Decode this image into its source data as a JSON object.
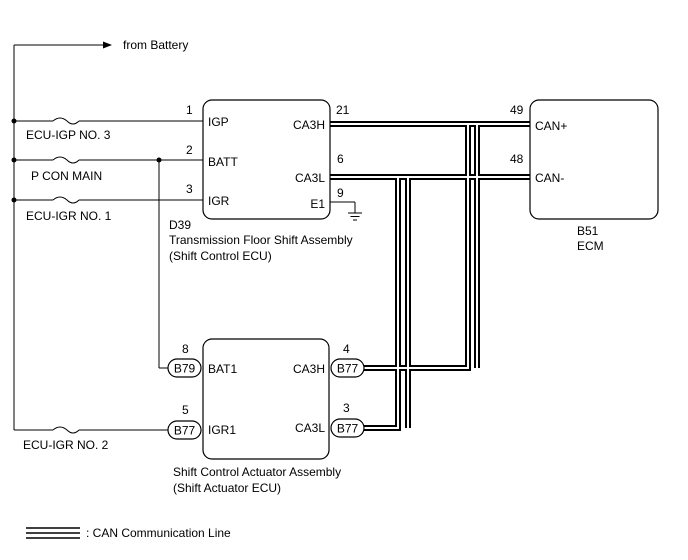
{
  "battery": {
    "label": "from Battery"
  },
  "fuses": {
    "igp3": "ECU-IGP NO. 3",
    "pcon": "P CON MAIN",
    "igr1": "ECU-IGR NO. 1",
    "igr2": "ECU-IGR NO. 2"
  },
  "ecu_d39": {
    "connector": "D39",
    "name_line1": "Transmission Floor Shift Assembly",
    "name_line2": "(Shift Control ECU)",
    "pins": {
      "igp": {
        "num": "1",
        "label": "IGP"
      },
      "batt": {
        "num": "2",
        "label": "BATT"
      },
      "igr": {
        "num": "3",
        "label": "IGR"
      },
      "ca3h": {
        "num": "21",
        "label": "CA3H"
      },
      "ca3l": {
        "num": "6",
        "label": "CA3L"
      },
      "e1": {
        "num": "9",
        "label": "E1"
      }
    }
  },
  "ecm_b51": {
    "connector": "B51",
    "name": "ECM",
    "pins": {
      "canp": {
        "num": "49",
        "label": "CAN+"
      },
      "canm": {
        "num": "48",
        "label": "CAN-"
      }
    }
  },
  "actuator": {
    "name_line1": "Shift Control Actuator Assembly",
    "name_line2": "(Shift Actuator ECU)",
    "pins": {
      "bat1": {
        "num": "8",
        "label": "BAT1",
        "conn": "B79"
      },
      "igr1": {
        "num": "5",
        "label": "IGR1",
        "conn": "B77"
      },
      "ca3h": {
        "num": "4",
        "label": "CA3H",
        "conn": "B77"
      },
      "ca3l": {
        "num": "3",
        "label": "CA3L",
        "conn": "B77"
      }
    }
  },
  "legend": {
    "can_line": ": CAN Communication Line"
  }
}
